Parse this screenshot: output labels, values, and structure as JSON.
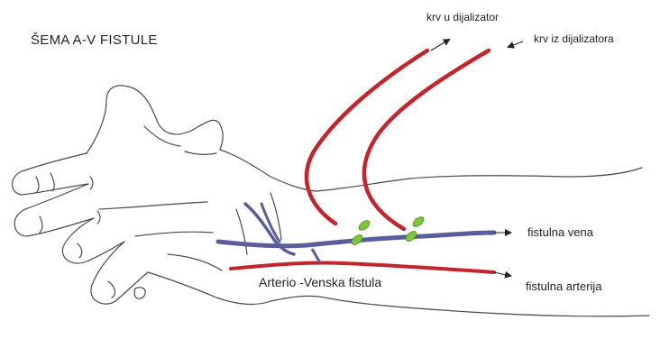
{
  "title": "ŠEMA A-V FISTULE",
  "labels": {
    "blood_to_dialyzer": "krv u dijalizator",
    "blood_from_dialyzer": "krv iz dijalizatora",
    "fistula_vein": "fistulna vena",
    "fistula_artery": "fistulna arterija",
    "av_fistula": "Arterio -Venska fistula"
  },
  "colors": {
    "tube": "#c4242c",
    "vein": "#5a5d9c",
    "artery": "#c4242c",
    "needle_clip": "#7cc63a",
    "outline": "#4a4a4a",
    "text": "#222222"
  },
  "icons": [
    "hand-outline",
    "needle-clip-icon",
    "arrow-icon"
  ]
}
